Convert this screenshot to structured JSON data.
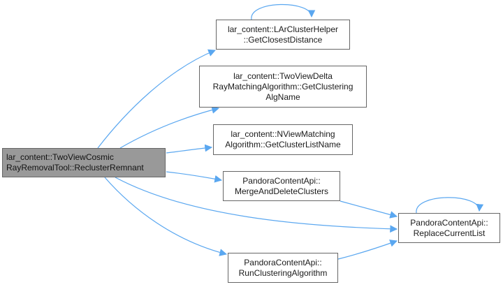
{
  "diagram": {
    "edge_color": "#5aa7f0",
    "focus_fill": "#999999",
    "nodes": [
      {
        "id": "reclusterRemnant",
        "lines": [
          "lar_content::TwoViewCosmic",
          "RayRemovalTool::ReclusterRemnant"
        ],
        "highlighted": true
      },
      {
        "id": "getClosestDistance",
        "lines": [
          "lar_content::LArClusterHelper",
          "::GetClosestDistance"
        ]
      },
      {
        "id": "getClusteringAlgName",
        "lines": [
          "lar_content::TwoViewDelta",
          "RayMatchingAlgorithm::GetClustering",
          "AlgName"
        ]
      },
      {
        "id": "getClusterListName",
        "lines": [
          "lar_content::NViewMatching",
          "Algorithm::GetClusterListName"
        ]
      },
      {
        "id": "mergeAndDeleteClusters",
        "lines": [
          "PandoraContentApi::",
          "MergeAndDeleteClusters"
        ]
      },
      {
        "id": "replaceCurrentList",
        "lines": [
          "PandoraContentApi::",
          "ReplaceCurrentList"
        ]
      },
      {
        "id": "runClusteringAlgorithm",
        "lines": [
          "PandoraContentApi::",
          "RunClusteringAlgorithm"
        ]
      }
    ],
    "edges": [
      {
        "from": "reclusterRemnant",
        "to": "getClosestDistance"
      },
      {
        "from": "reclusterRemnant",
        "to": "getClusteringAlgName"
      },
      {
        "from": "reclusterRemnant",
        "to": "getClusterListName"
      },
      {
        "from": "reclusterRemnant",
        "to": "mergeAndDeleteClusters"
      },
      {
        "from": "reclusterRemnant",
        "to": "replaceCurrentList"
      },
      {
        "from": "reclusterRemnant",
        "to": "runClusteringAlgorithm"
      },
      {
        "from": "mergeAndDeleteClusters",
        "to": "replaceCurrentList"
      },
      {
        "from": "runClusteringAlgorithm",
        "to": "replaceCurrentList"
      },
      {
        "from": "getClosestDistance",
        "to": "getClosestDistance"
      },
      {
        "from": "replaceCurrentList",
        "to": "replaceCurrentList"
      }
    ]
  }
}
